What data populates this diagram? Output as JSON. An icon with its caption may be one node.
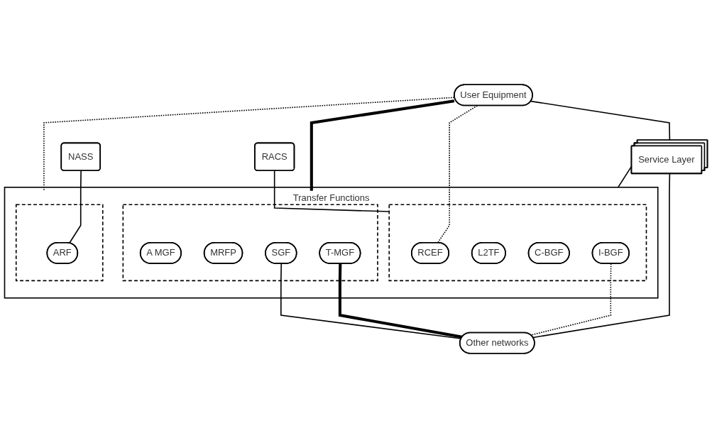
{
  "diagram": {
    "nodes": [
      {
        "text": [
          "User Equipment"
        ]
      },
      {
        "text": [
          "Service Layer"
        ]
      },
      {
        "text": [
          "Other networks"
        ]
      },
      {
        "text": [
          "NASS"
        ]
      },
      {
        "text": [
          "RACS"
        ]
      },
      {
        "text": [
          "Transfer Functions"
        ]
      },
      {
        "text": [],
        "shape": "box",
        "in": 5
      },
      {
        "text": [
          "ARF"
        ],
        "in": 6
      },
      {
        "text": [],
        "shape": "box",
        "in": 5
      },
      {
        "text": [
          "A MGF"
        ],
        "in": 8
      },
      {
        "text": [
          "MRFP"
        ],
        "in": 8
      },
      {
        "text": [
          "SGF"
        ],
        "in": 8
      },
      {
        "text": [
          "T-MGF"
        ],
        "in": 8
      },
      {
        "text": [],
        "shape": "box",
        "in": 5
      },
      {
        "text": [
          "RCEF"
        ],
        "in": 13
      },
      {
        "text": [
          "L2TF"
        ],
        "in": 13
      },
      {
        "text": [
          "C-BGF"
        ],
        "in": 13
      },
      {
        "text": [
          "I-BGF"
        ],
        "in": 13
      }
    ],
    "edges": [
      {
        "from": 0,
        "to": 1,
        "arrow": "none"
      },
      {
        "from": 1,
        "to": 2,
        "arrow": "none"
      },
      {
        "from": 1,
        "to": 5,
        "arrow": "none"
      },
      {
        "from": 3,
        "to": 7,
        "arrow": "none"
      },
      {
        "from": 4,
        "to": 13,
        "arrow": "none"
      },
      {
        "from": 0,
        "to": 8,
        "arrow": "none",
        "style": "thick"
      },
      {
        "from": 0,
        "to": 6,
        "arrow": "none",
        "style": "dashed"
      },
      {
        "from": 0,
        "to": 14,
        "arrow": "none",
        "style": "dashed"
      },
      {
        "from": 11,
        "to": 2,
        "arrow": "none"
      },
      {
        "from": 12,
        "to": 2,
        "arrow": "none",
        "style": "thick"
      },
      {
        "from": 17,
        "to": 2,
        "arrow": "none",
        "style": "dashed"
      }
    ]
  }
}
